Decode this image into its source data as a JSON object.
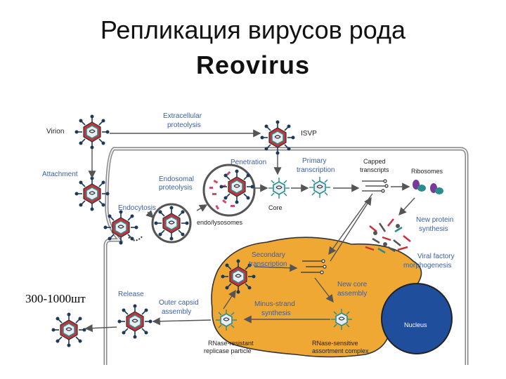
{
  "title": {
    "line1": "Репликация вирусов рода",
    "line2": "Reovirus"
  },
  "labels": {
    "virion": "Virion",
    "extracellular_1": "Extracellular",
    "extracellular_2": "proteolysis",
    "isvp": "ISVP",
    "attachment": "Attachment",
    "penetration": "Penetration",
    "endosomal_1": "Endosomal",
    "endosomal_2": "proteolysis",
    "primary_1": "Primary",
    "primary_2": "transcription",
    "capped_1": "Capped",
    "capped_2": "transcripts",
    "ribosomes": "Ribosomes",
    "endocytosis": "Endocytosis",
    "core": "Core",
    "endo_lysosomes": "endo/lysosomes",
    "new_protein_1": "New protein",
    "new_protein_2": "synthesis",
    "secondary_1": "Secondary",
    "secondary_2": "transcription",
    "viral_factory_1": "Viral factory",
    "viral_factory_2": "morphogenesis",
    "new_core_1": "New core",
    "new_core_2": "assembly",
    "release": "Release",
    "outer_capsid_1": "Outer capsid",
    "outer_capsid_2": "assembly",
    "minus_strand_1": "Minus-strand",
    "minus_strand_2": "synthesis",
    "nucleus": "Nucleus",
    "rnase_resistant_1": "RNase-resistant",
    "rnase_resistant_2": "replicase particle",
    "rnase_sensitive_1": "RNase-sensitive",
    "rnase_sensitive_2": "assortment complex"
  },
  "count_label": "300-1000шт",
  "colors": {
    "label_blue": "#3a5fa5",
    "factory": "#f0a834",
    "nucleus": "#1f4e9c",
    "virion_red": "#c8323c",
    "core_teal": "#2a8c8c",
    "spike": "#1e3a5a"
  }
}
